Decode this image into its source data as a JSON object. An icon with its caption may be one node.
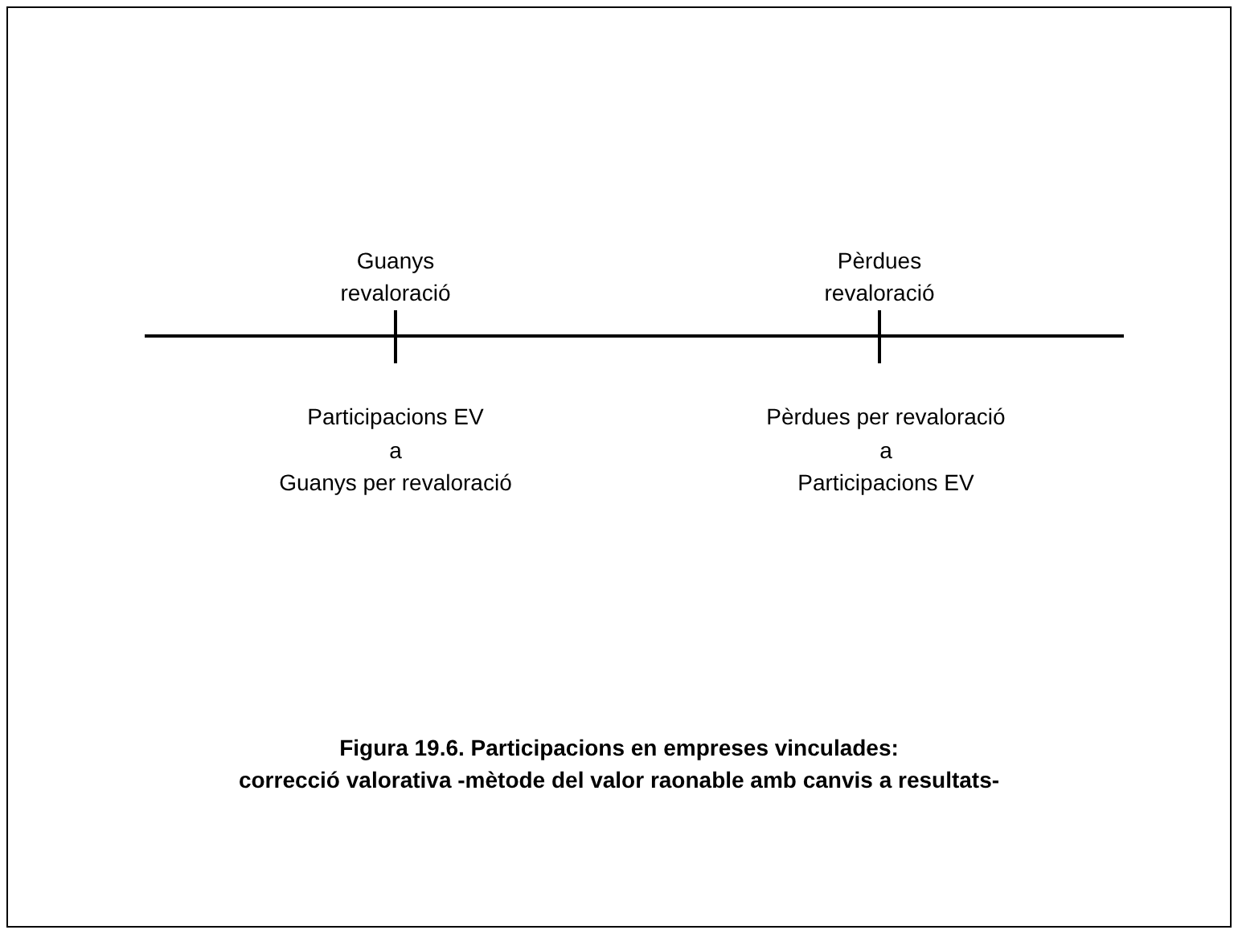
{
  "diagram": {
    "caption": "Figura 19.6. Participacions en empreses vinculades: correcció valorativa -mètode del valor raonable amb canvis a resultats-",
    "labels": [
      "Guanys revaloració",
      "Pèrdues revaloració",
      "Participacions EV",
      "Pèrdues per revaloració",
      "a",
      "a",
      "Guanys per revaloració",
      "Participacions EV"
    ]
  }
}
